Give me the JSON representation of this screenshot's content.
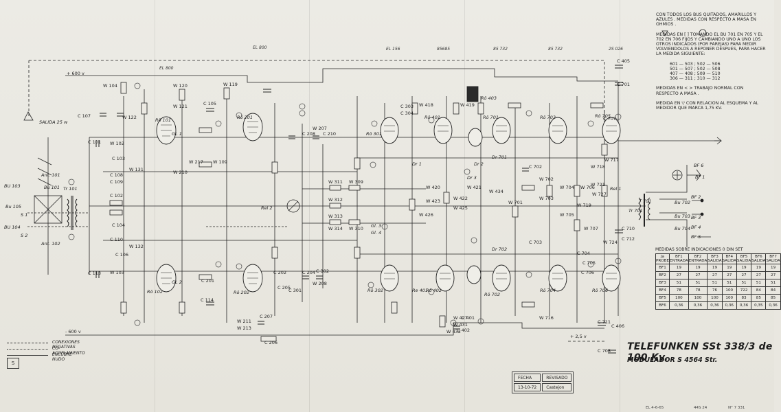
{
  "header": {
    "net_labels": [
      "EL 800",
      "EL 156",
      "85685",
      "85 732",
      "85 732",
      "2S 026",
      "EL 800"
    ]
  },
  "voltages": {
    "plus_600": "+ 600 v",
    "minus_600": "- 600 v",
    "plus_25": "+ 2,5 v"
  },
  "components": [
    "W 104",
    "W 120",
    "W 119",
    "W 121",
    "W 122",
    "W 210",
    "W 102",
    "W 131",
    "W 103",
    "W 132",
    "W 211",
    "W 213",
    "W 217",
    "W 109",
    "W 207",
    "W 208",
    "W 309",
    "W 311",
    "W 312",
    "W 313",
    "W 314",
    "W 310",
    "W 418",
    "W 419",
    "W 420",
    "W 421",
    "W 422",
    "W 423",
    "W 425",
    "W 426",
    "W 427",
    "W 431",
    "W 432",
    "W 434",
    "W 701",
    "W 702",
    "W 703",
    "W 704",
    "W 705",
    "W 706",
    "W 707",
    "W 716",
    "W 717",
    "W 718",
    "W 719",
    "W 721",
    "W 724",
    "W 727",
    "C 101",
    "C 102",
    "C 103",
    "C 104",
    "C 105",
    "C 106",
    "C 107",
    "C 108",
    "C 109",
    "C 110",
    "C 113",
    "C 114",
    "C 201",
    "C 202",
    "C 204",
    "C 205",
    "C 206",
    "C 207",
    "C 208",
    "C 210",
    "C 301",
    "C 302",
    "C 303",
    "C 304",
    "C 401",
    "C 402",
    "C 405",
    "C 406",
    "C 701",
    "C 702",
    "C 703",
    "C 704",
    "C 705",
    "C 706",
    "C 707",
    "C 708",
    "C 710",
    "C 711",
    "C 712",
    "Rö 101",
    "Rö 102",
    "Rö 201",
    "Rö 202",
    "Rö 301",
    "Rö 302",
    "Rö 401",
    "Rö 402",
    "Rö 403",
    "Rö 701",
    "Rö 702",
    "Rö 703",
    "Rö 704",
    "Rö 705",
    "Rö 706",
    "Tr 101",
    "Tr 701",
    "Dr 1",
    "Dr 2",
    "Dr 3",
    "BF 1",
    "BF 2",
    "BF 3",
    "BF 4",
    "BF 5",
    "BF 6",
    "GL 1",
    "GL 2",
    "Gl. 3",
    "Gl. 4",
    "SALIDA 25 w",
    "BU 103",
    "BU 104",
    "Bu 101",
    "Bu 105",
    "Bu 702",
    "Bu 703",
    "Bu 704",
    "Rel 1",
    "Rel 2",
    "Re 401",
    "S 1",
    "S 2",
    "Dr 701",
    "Dr 702",
    "T 701",
    "Ant. 101",
    "Ant. 102"
  ],
  "notes": {
    "n1": "CON TODOS LOS BUS QUITADOS, AMARILLOS Y AZULES . MEDIDAS CON RESPECTO A MASA EN OHMIOS .",
    "n2": "MEDIDAS EN [ ] TOMANDO EL BU 701 EN 705 Y EL 702 EN 706 FIJOS Y CAMBIANDO UNO A UNO LOS OTROS INDICADOS (POR PAREJAS) PARA MEDIR VOLVIENDOLOS A REPONER DESPUES, PARA HACER LA MEDIDA SIGUIENTE:",
    "pairs": [
      "601 — 503 ; 502 — 506",
      "501 — 507 ; 502 — 508",
      "407 — 408 ; 509 — 510",
      "306 — 311 ; 310 — 312"
    ],
    "n3": "MEDIDAS EN < > TRABAJO NORMAL CON RESPECTO A MASA .",
    "n4": "MEDIDA EN ▽ CON RELACION AL ESQUEMA Y AL MEDIDOR QUE MARCA 1,75 KV."
  },
  "table": {
    "caption": "MEDIDAS SOBRE INDICACIONES 0 DIN SET",
    "headers": [
      "Ja PROBE",
      "BF1 ENTRADA",
      "BF2 ENTRADA",
      "BF3 SALIDA",
      "BF4 SALIDA",
      "BF5 SALIDA",
      "BF6 SALIDA",
      "BF7 SALIDA"
    ],
    "rows": [
      [
        "BF1",
        "19",
        "19",
        "19",
        "19",
        "19",
        "19",
        "19"
      ],
      [
        "BF2",
        "27",
        "27",
        "27",
        "27",
        "27",
        "27",
        "27"
      ],
      [
        "BF3",
        "51",
        "51",
        "51",
        "51",
        "51",
        "51",
        "51"
      ],
      [
        "BF4",
        "78",
        "78",
        "76",
        "100",
        "722",
        "84",
        "84"
      ],
      [
        "BF5",
        "100",
        "100",
        "100",
        "100",
        "83",
        "85",
        "85"
      ],
      [
        "BF6",
        "0,36",
        "0,36",
        "0,36",
        "0,36",
        "0,36",
        "0,35",
        "0,36"
      ]
    ]
  },
  "title": {
    "line1": "TELEFUNKEN SSt 338/3 de 100 Kv.",
    "line2": "MODULADOR S 4564 Str."
  },
  "legend": {
    "l1": "CONEXIONES NEGATIVAS",
    "l2": "CO- ACOPLAMIENTO",
    "l3": "ENCUBRE NUDO"
  },
  "stamp": {
    "r1c1": "FECHA",
    "r1c2": "REVISADO",
    "r2c1": "13-10-72",
    "r2c2": "Castejon"
  },
  "footer": {
    "f1": "EL 4-6-65",
    "f2": "44S 24",
    "f3": "N° 7 331"
  }
}
